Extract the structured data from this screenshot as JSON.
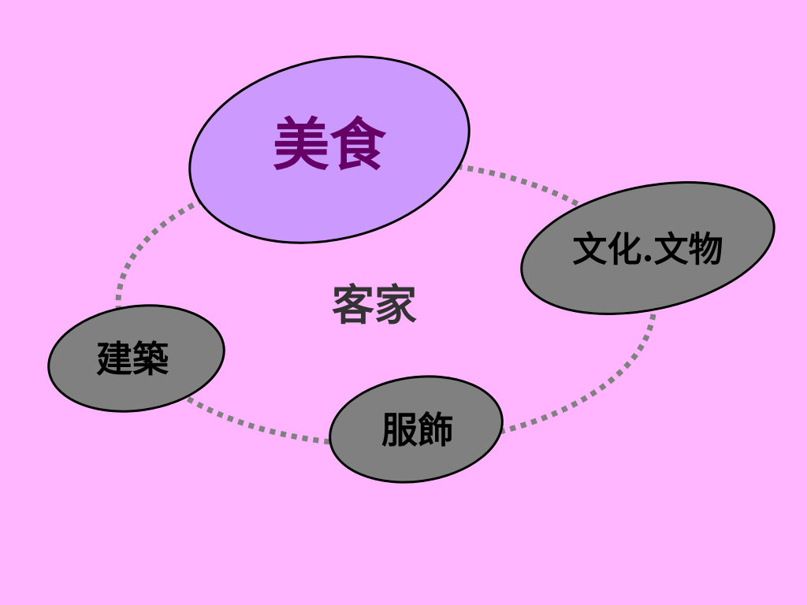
{
  "center_label": "客家",
  "nodes": [
    {
      "id": "food",
      "label": "美食"
    },
    {
      "id": "culture",
      "label": "文化.文物"
    },
    {
      "id": "clothing",
      "label": "服飾"
    },
    {
      "id": "architecture",
      "label": "建築"
    }
  ],
  "colors": {
    "background": "#FFB6FF",
    "highlight_fill": "#CC99FF",
    "highlight_text": "#660066",
    "node_fill": "#808080",
    "node_text": "#000000",
    "outline": "#000000",
    "dotted_ring": "#808080",
    "center_text": "#333333"
  }
}
